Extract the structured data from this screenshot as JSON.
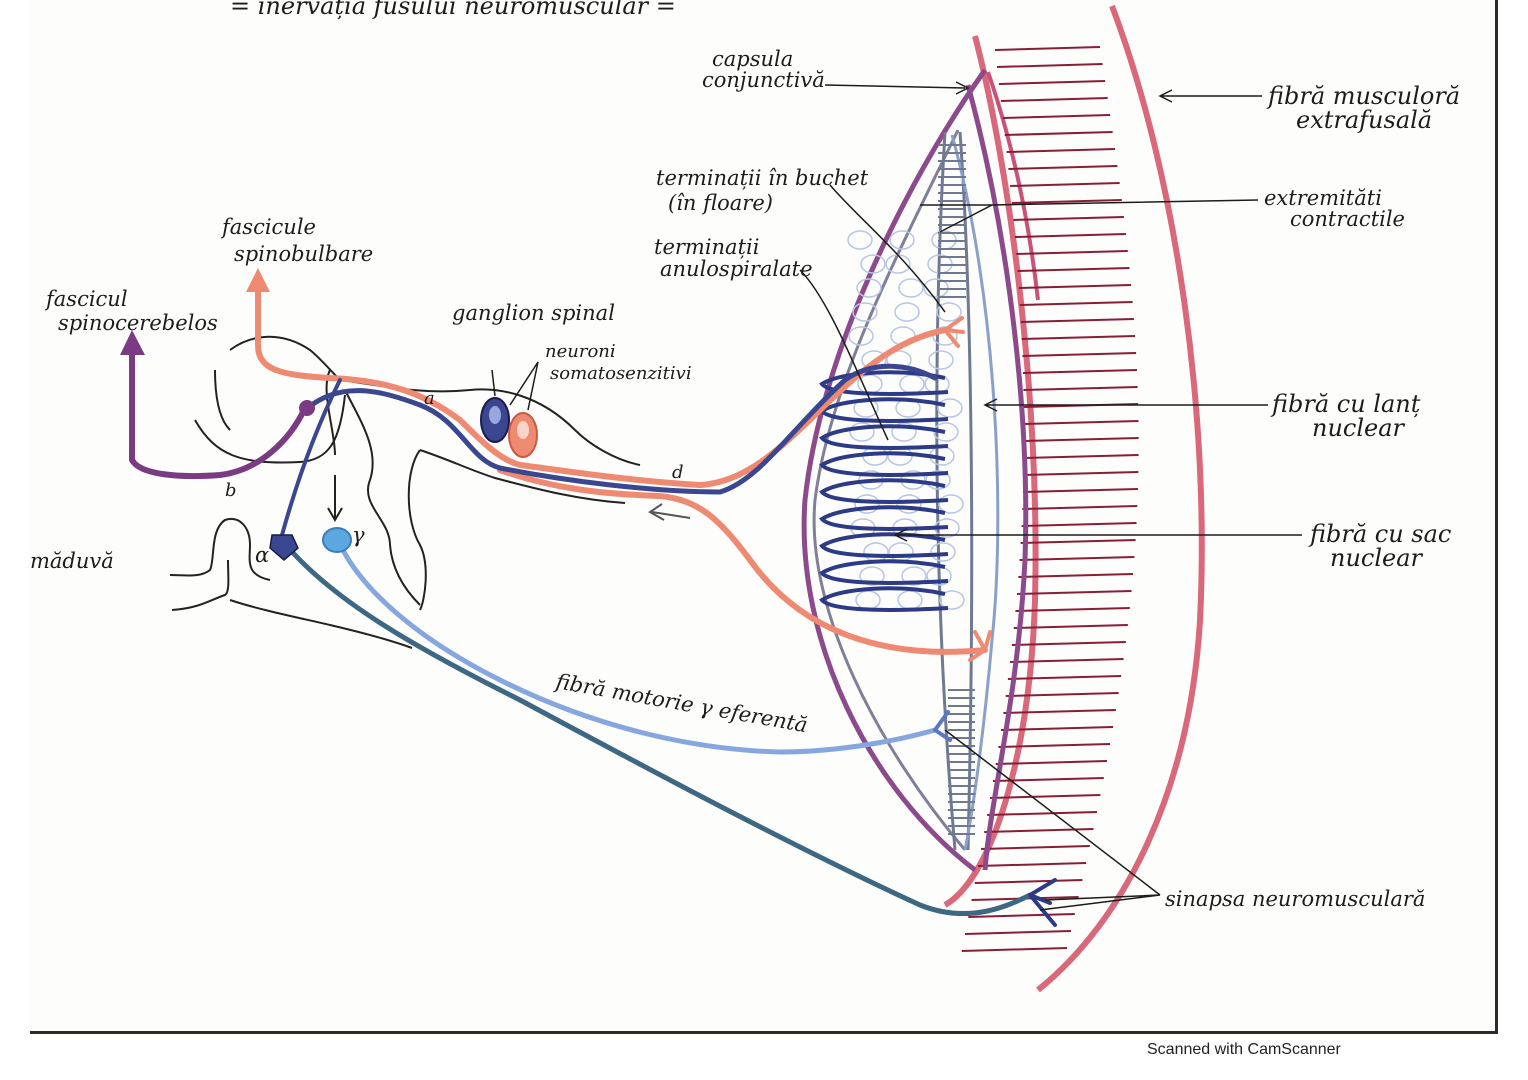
{
  "title": "= inervația fusului neuromuscular =",
  "labels": {
    "capsula_1": "capsula",
    "capsula_2": "conjunctivă",
    "fibra_extra_1": "fibră musculoră",
    "fibra_extra_2": "extrafusală",
    "terminatii_buchet_1": "terminații în buchet",
    "terminatii_buchet_2": "(în floare)",
    "extremitati_1": "extremităti",
    "extremitati_2": "contractile",
    "terminatii_anulo_1": "terminații",
    "terminatii_anulo_2": "anulospiralate",
    "fascicule_1": "fascicule",
    "fascicule_2": "spinobulbare",
    "fascicul_1": "fascicul",
    "fascicul_2": "spinocerebelos",
    "ganglion": "ganglion spinal",
    "neuroni_1": "neuroni",
    "neuroni_2": "somatosenzitivi",
    "fibra_lant_1": "fibră cu lanț",
    "fibra_lant_2": "nuclear",
    "fibra_sac_1": "fibră cu sac",
    "fibra_sac_2": "nuclear",
    "maduva": "măduvă",
    "fibra_motorie": "fibră motorie γ eferentă",
    "sinapsa": "sinapsa neuromusculară",
    "letter_a": "a",
    "letter_b": "b",
    "letter_d": "d",
    "alpha": "α",
    "gamma": "γ"
  },
  "footer": "Scanned with CamScanner",
  "colors": {
    "sensory_salmon": "#ef8a72",
    "motor_alpha": "#3d6782",
    "motor_gamma": "#86a6e0",
    "purple_tract": "#7a3b82",
    "navy_nerve": "#3a4790",
    "muscle_red": "#d9687a",
    "striation": "#8a1d36"
  }
}
